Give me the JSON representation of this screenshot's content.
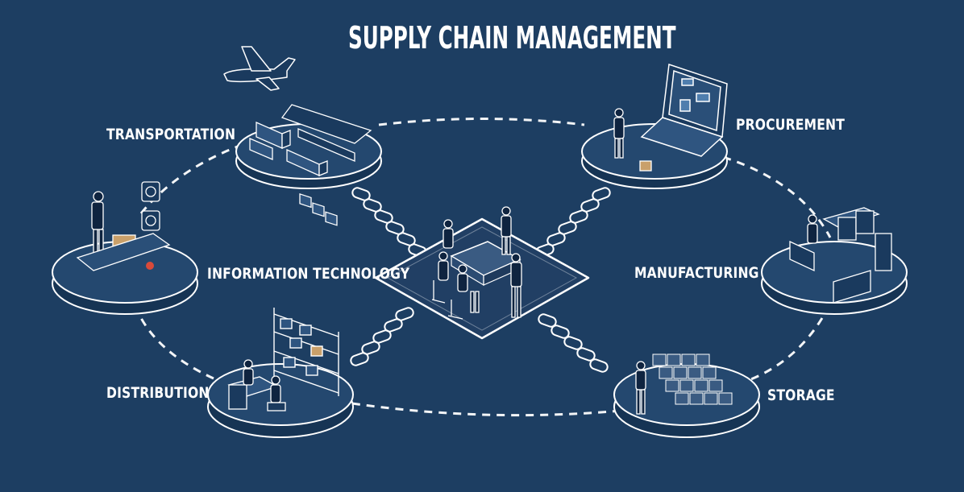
{
  "title": "SUPPLY CHAIN MANAGEMENT",
  "nodes": {
    "transportation": "TRANSPORTATION",
    "information_technology": "INFORMATION TECHNOLOGY",
    "distribution": "DISTRIBUTION",
    "procurement": "PROCUREMENT",
    "manufacturing": "MANUFACTURING",
    "storage": "STORAGE"
  },
  "colors": {
    "background": "#1d3e62",
    "platform": "#244a72",
    "line": "#ffffff"
  }
}
